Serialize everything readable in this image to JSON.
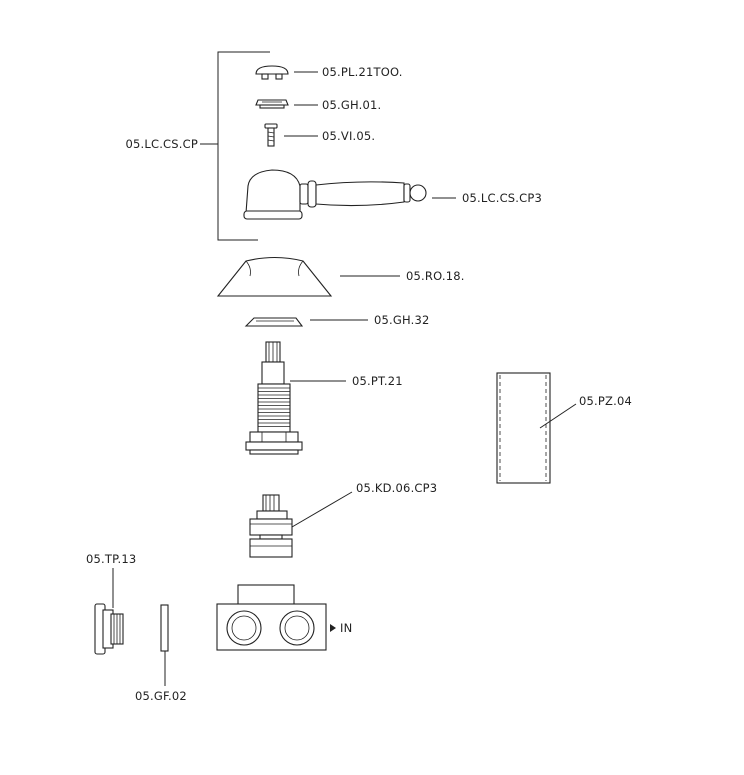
{
  "labels": {
    "pl_21too": "05.PL.21TOO.",
    "gh_01": "05.GH.01.",
    "vi_05": "05.VI.05.",
    "lc_cs_cp": "05.LC.CS.CP",
    "lc_cs_cp3": "05.LC.CS.CP3",
    "ro_18": "05.RO.18.",
    "gh_32": "05.GH.32",
    "pt_21": "05.PT.21",
    "pz_04": "05.PZ.04",
    "kd_06_cp3": "05.KD.06.CP3",
    "tp_13": "05.TP.13",
    "gf_02": "05.GF.02",
    "inlet": "IN"
  },
  "icons": {
    "inlet_arrow": "left-pointing-triangle"
  }
}
